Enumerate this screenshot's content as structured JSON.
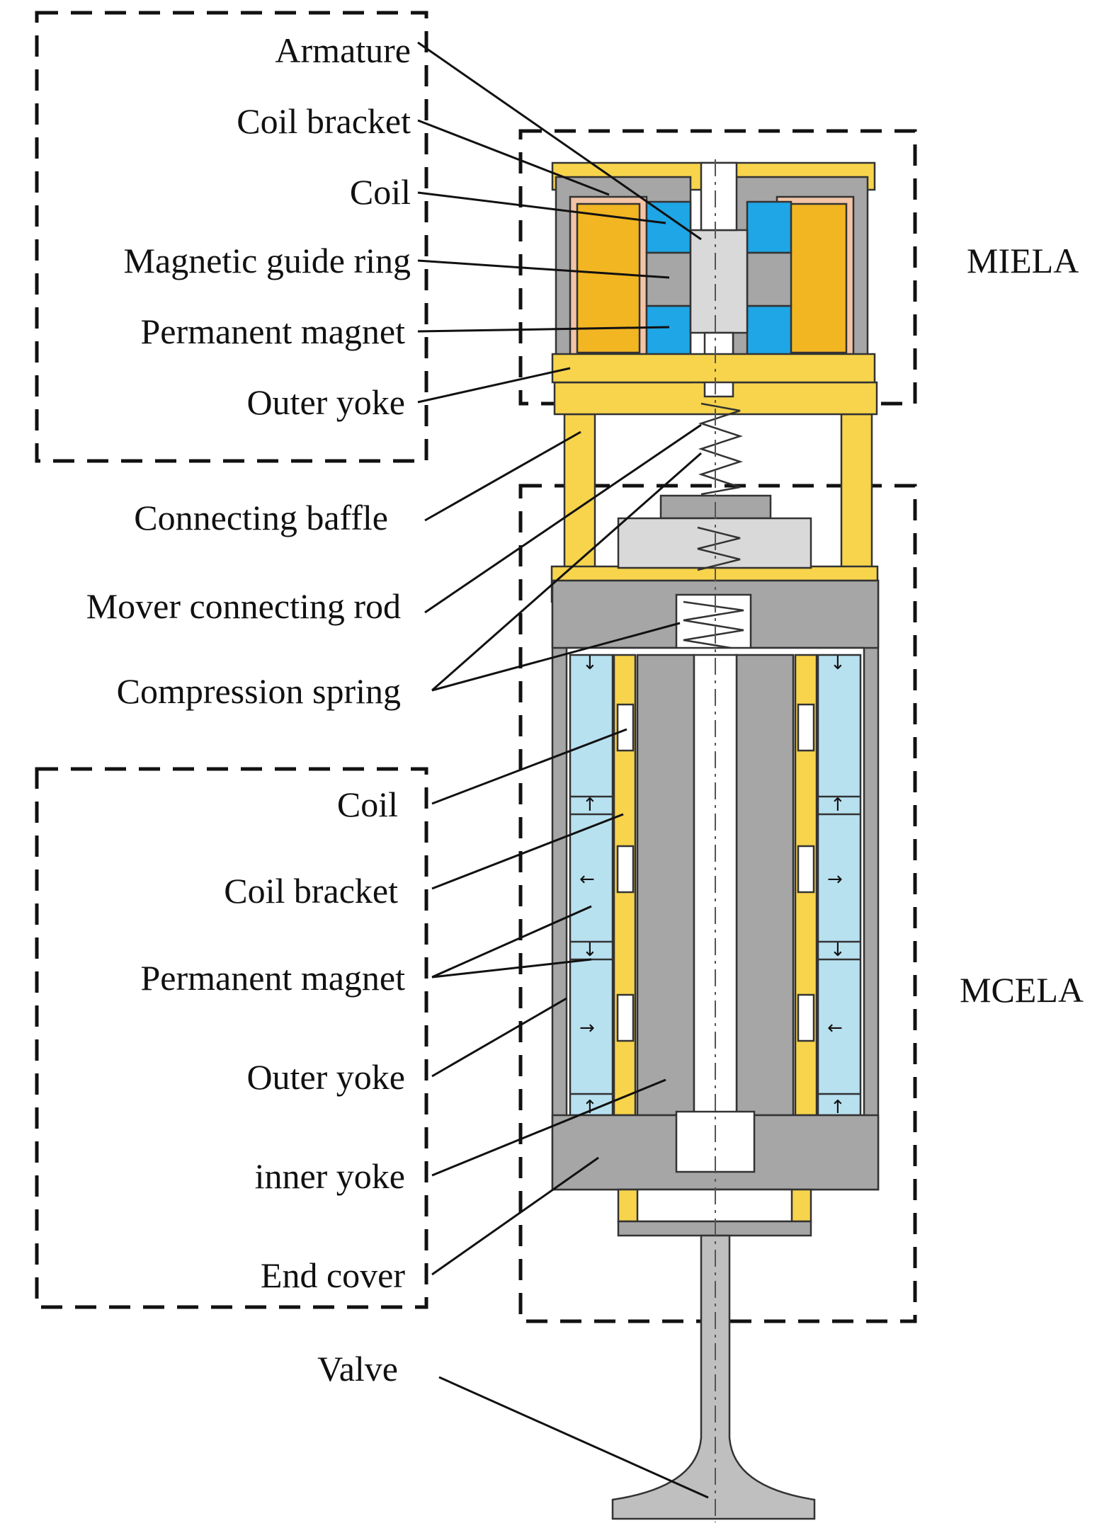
{
  "groups": {
    "miela": "MIELA",
    "mcela": "MCELA"
  },
  "labels": {
    "armature": "Armature",
    "coil_bracket_top": "Coil bracket",
    "coil_top": "Coil",
    "magnetic_guide_ring": "Magnetic guide ring",
    "permanent_magnet_top": "Permanent magnet",
    "outer_yoke_top": "Outer yoke",
    "connecting_baffle": "Connecting baffle",
    "mover_connecting_rod": "Mover connecting rod",
    "compression_spring": "Compression spring",
    "coil_bottom": "Coil",
    "coil_bracket_bottom": "Coil bracket",
    "permanent_magnet_bottom": "Permanent magnet",
    "outer_yoke_bottom": "Outer yoke",
    "inner_yoke": "inner yoke",
    "end_cover": "End cover",
    "valve": "Valve"
  },
  "colors": {
    "yellow_frame": "#f7d44c",
    "coil": "#f2b623",
    "coil_bracket": "#f3c4a6",
    "permanent_magnet_top": "#1ea6e6",
    "permanent_magnet_bottom": "#b8e1f0",
    "yoke": "#a6a6a6",
    "armature": "#d9d9d9",
    "valve": "#bfbfbf",
    "dashed_frame": "#111111"
  }
}
